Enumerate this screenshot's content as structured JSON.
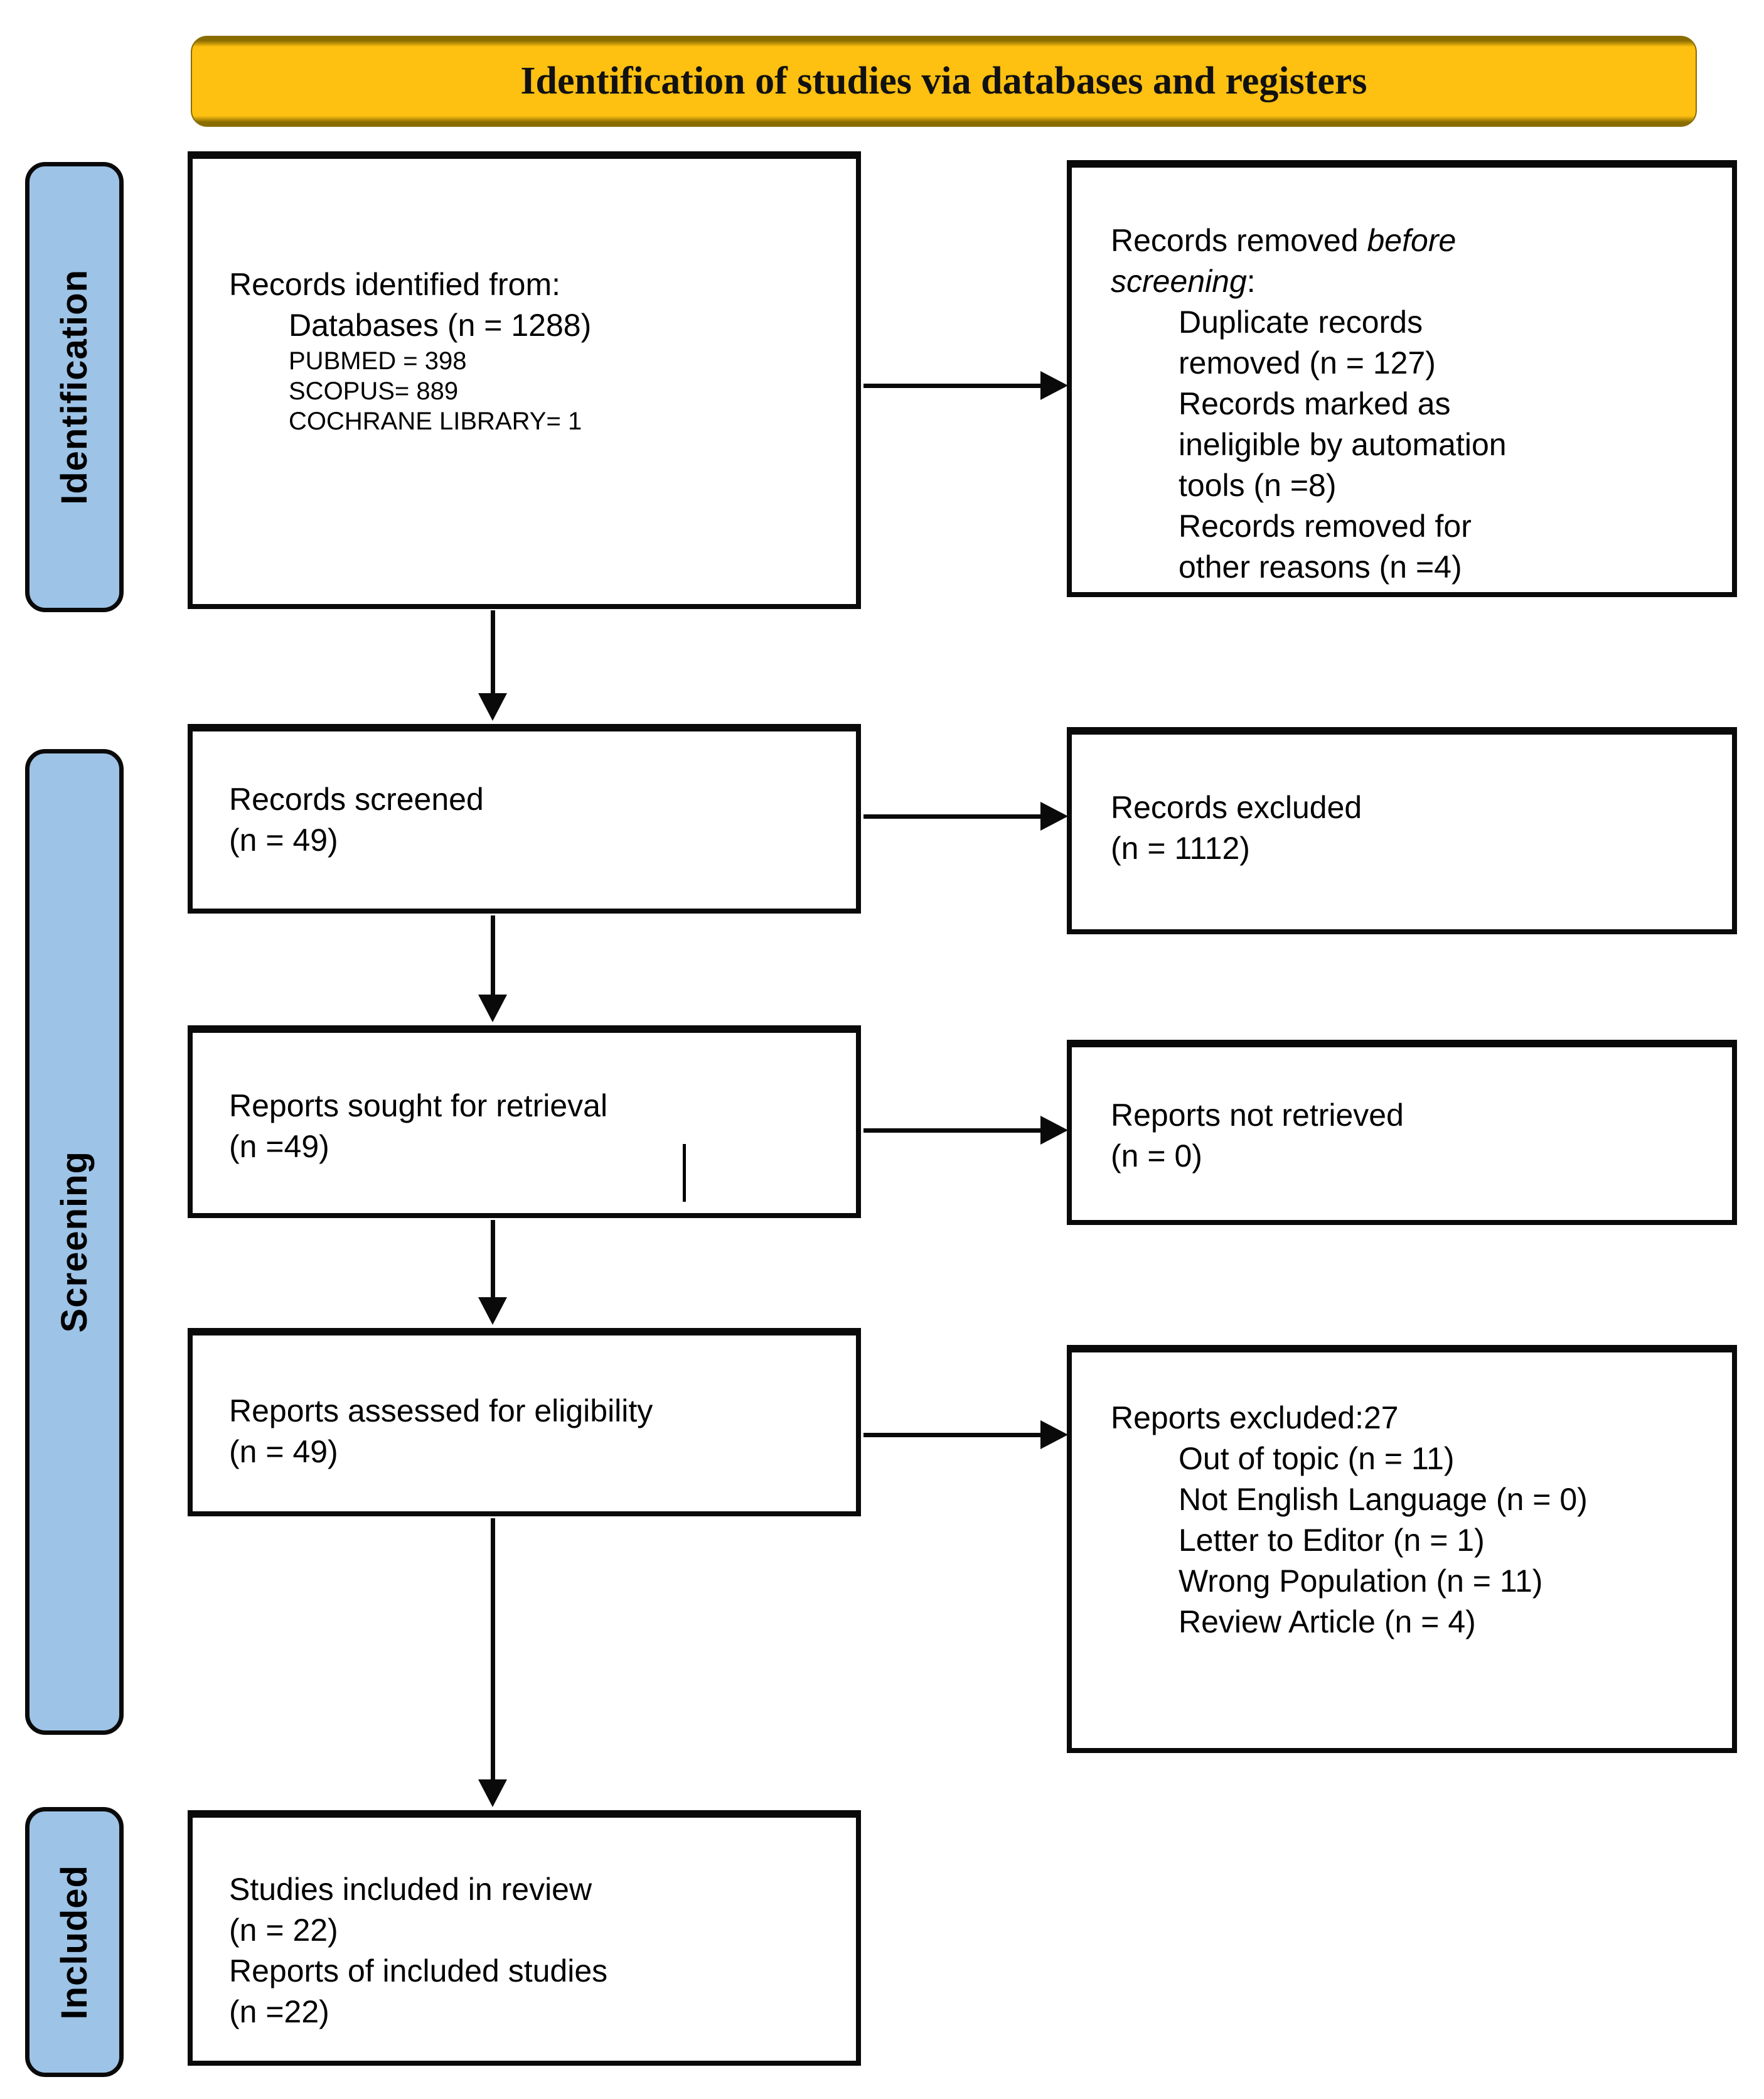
{
  "banner": {
    "title": "Identification of studies via databases and registers"
  },
  "stages": {
    "identification": "Identification",
    "screening": "Screening",
    "included": "Included"
  },
  "boxes": {
    "records_identified": {
      "title": "Records identified from:",
      "databases": "Databases (n = 1288)",
      "sources": [
        "PUBMED = 398",
        "SCOPUS= 889",
        "COCHRANE LIBRARY= 1"
      ]
    },
    "records_removed": {
      "lead": "Records removed ",
      "lead_italic": "before screening",
      "lead_tail": ":",
      "items": [
        "Duplicate records removed (n = 127)",
        "Records marked as ineligible by automation tools (n =8)",
        "Records removed for other reasons (n =4)"
      ]
    },
    "records_screened": {
      "line1": "Records screened",
      "line2": "(n = 49)"
    },
    "records_excluded": {
      "line1": "Records excluded",
      "line2": "(n = 1112)"
    },
    "reports_sought": {
      "line1": "Reports sought for retrieval",
      "line2": "(n =49)"
    },
    "reports_not_retrieved": {
      "line1": "Reports not retrieved",
      "line2": "(n = 0)"
    },
    "reports_assessed": {
      "line1": "Reports assessed for eligibility",
      "line2": "(n = 49)"
    },
    "reports_excluded": {
      "header": "Reports excluded:27",
      "items": [
        "Out of topic (n = 11)",
        "Not English Language (n = 0)",
        "Letter to Editor (n = 1)",
        "Wrong Population (n = 11)",
        "Review Article (n = 4)"
      ]
    },
    "studies_included": {
      "line1": "Studies included in review",
      "line2": "(n = 22)",
      "line3": "Reports of included studies",
      "line4": "(n =22)"
    }
  },
  "colors": {
    "banner_fill": "#FEC011",
    "banner_edge": "#8A6D00",
    "stage_fill": "#9DC3E6",
    "border": "#0A0A0A"
  }
}
